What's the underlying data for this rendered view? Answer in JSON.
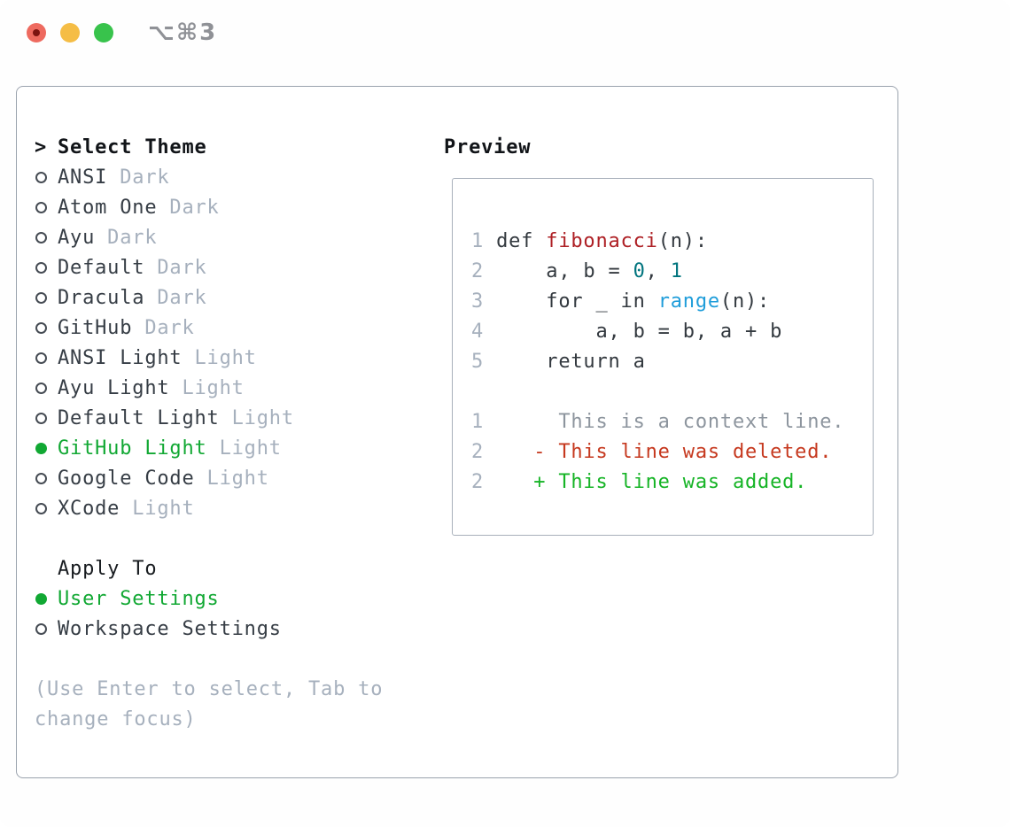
{
  "titlebar": {
    "title": "⌥⌘3"
  },
  "left": {
    "header": {
      "prompt": ">",
      "label": "Select Theme"
    },
    "themes": [
      {
        "name": "ANSI",
        "variant": "Dark",
        "selected": false
      },
      {
        "name": "Atom One",
        "variant": "Dark",
        "selected": false
      },
      {
        "name": "Ayu",
        "variant": "Dark",
        "selected": false
      },
      {
        "name": "Default",
        "variant": "Dark",
        "selected": false
      },
      {
        "name": "Dracula",
        "variant": "Dark",
        "selected": false
      },
      {
        "name": "GitHub",
        "variant": "Dark",
        "selected": false
      },
      {
        "name": "ANSI Light",
        "variant": "Light",
        "selected": false
      },
      {
        "name": "Ayu Light",
        "variant": "Light",
        "selected": false
      },
      {
        "name": "Default Light",
        "variant": "Light",
        "selected": false
      },
      {
        "name": "GitHub Light",
        "variant": "Light",
        "selected": true
      },
      {
        "name": "Google Code",
        "variant": "Light",
        "selected": false
      },
      {
        "name": "XCode",
        "variant": "Light",
        "selected": false
      }
    ],
    "apply_to": {
      "label": "Apply To",
      "options": [
        {
          "name": "User Settings",
          "selected": true
        },
        {
          "name": "Workspace Settings",
          "selected": false
        }
      ]
    },
    "hint_lines": [
      "(Use Enter to select, Tab to",
      "change focus)"
    ]
  },
  "preview": {
    "header": "Preview",
    "code_lines": [
      {
        "num": "1",
        "segments": [
          {
            "t": " def ",
            "c": "code"
          },
          {
            "t": "fibonacci",
            "c": "func"
          },
          {
            "t": "(n):",
            "c": "code"
          }
        ]
      },
      {
        "num": "2",
        "segments": [
          {
            "t": "     a, b = ",
            "c": "code"
          },
          {
            "t": "0",
            "c": "lit"
          },
          {
            "t": ", ",
            "c": "code"
          },
          {
            "t": "1",
            "c": "lit"
          }
        ]
      },
      {
        "num": "3",
        "segments": [
          {
            "t": "     for _ in ",
            "c": "code"
          },
          {
            "t": "range",
            "c": "builtin"
          },
          {
            "t": "(n):",
            "c": "code"
          }
        ]
      },
      {
        "num": "4",
        "segments": [
          {
            "t": "         a, b = b, a + b",
            "c": "code"
          }
        ]
      },
      {
        "num": "5",
        "segments": [
          {
            "t": "     return a",
            "c": "code"
          }
        ]
      },
      {
        "num": "",
        "segments": []
      },
      {
        "num": "1",
        "segments": [
          {
            "t": "      This is a context line.",
            "c": "context"
          }
        ]
      },
      {
        "num": "2",
        "segments": [
          {
            "t": "    - This line was deleted.",
            "c": "deleted"
          }
        ]
      },
      {
        "num": "2",
        "segments": [
          {
            "t": "    + This line was added.",
            "c": "added"
          }
        ]
      }
    ]
  },
  "colors": {
    "selection_green": "#11a833",
    "diff_added_green": "#16b426",
    "diff_deleted_red": "#c6391f",
    "function_red": "#ae2025",
    "number_teal": "#00747e",
    "builtin_blue": "#1f9dda",
    "muted_gray": "#a6b0bd",
    "context_gray": "#8d959e",
    "code_dark": "#33393f",
    "traffic_red": "#ee6a5f",
    "traffic_yellow": "#f5bd45",
    "traffic_green": "#38c34c"
  }
}
